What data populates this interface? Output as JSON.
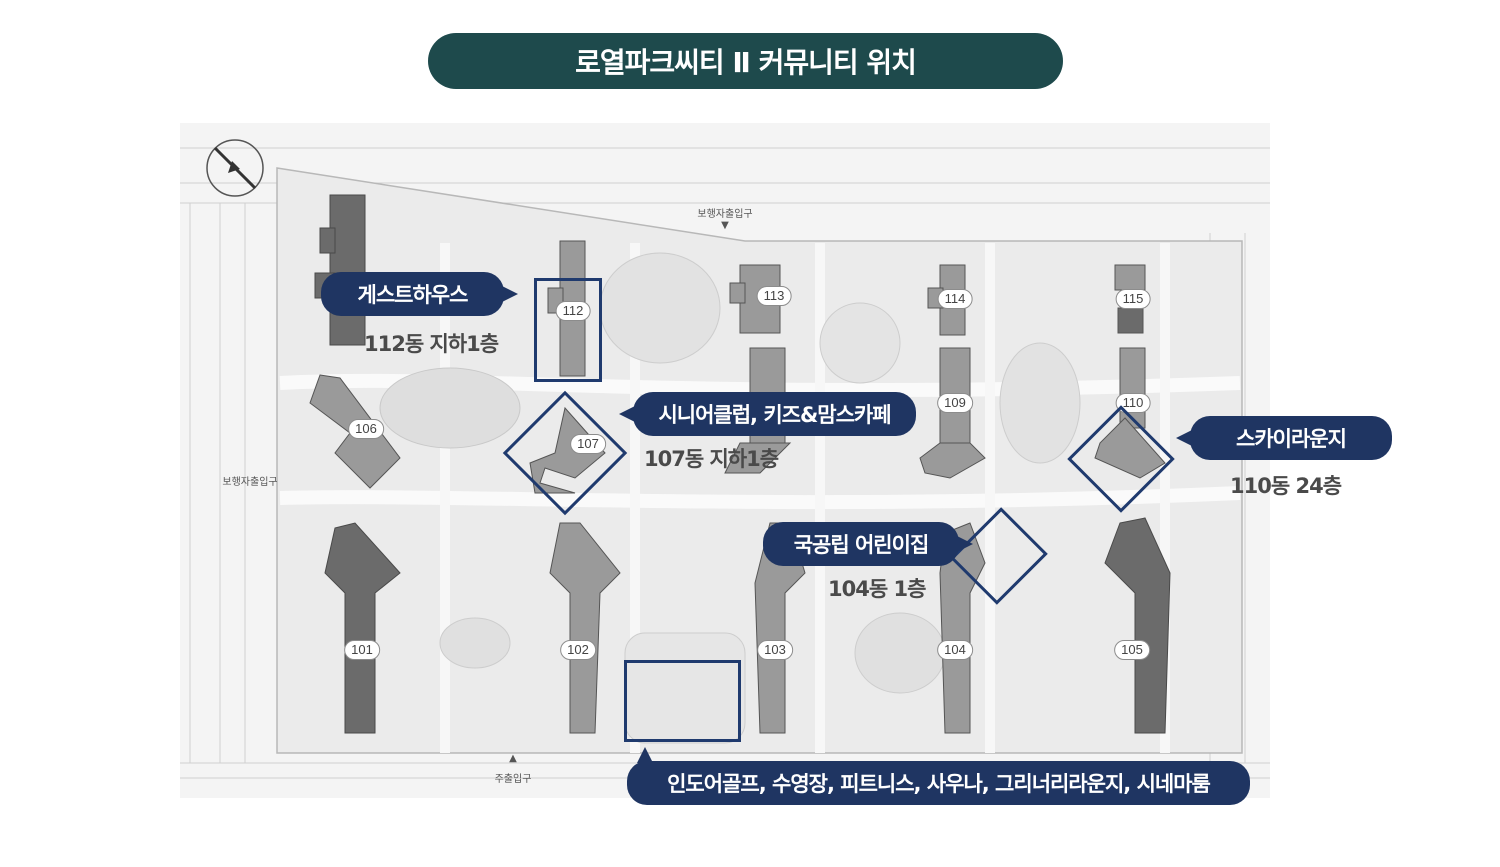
{
  "title": "로열파크씨티 Ⅱ 커뮤니티 위치",
  "compass_label": "N",
  "entrances": {
    "north": "보행자출입구",
    "west": "보행자출입구",
    "main": "주출입구"
  },
  "buildings": [
    "112",
    "113",
    "114",
    "115",
    "106",
    "107",
    "109",
    "110",
    "101",
    "102",
    "103",
    "104",
    "105"
  ],
  "callouts": {
    "guesthouse": {
      "label": "게스트하우스",
      "sub": "112동 지하1층"
    },
    "senior": {
      "label": "시니어클럽, 키즈&맘스카페",
      "sub": "107동 지하1층"
    },
    "skylounge": {
      "label": "스카이라운지",
      "sub": "110동 24층"
    },
    "daycare": {
      "label": "국공립 어린이집",
      "sub": "104동 1층"
    },
    "fitness": {
      "label": "인도어골프, 수영장, 피트니스, 사우나, 그리너리라운지, 시네마룸"
    }
  },
  "colors": {
    "title_bg": "#1e4a4c",
    "callout_bg": "#1f3562",
    "highlight_border": "#1f3a6e",
    "building_dark": "#6b6b6b",
    "building_light": "#9a9a9a"
  }
}
